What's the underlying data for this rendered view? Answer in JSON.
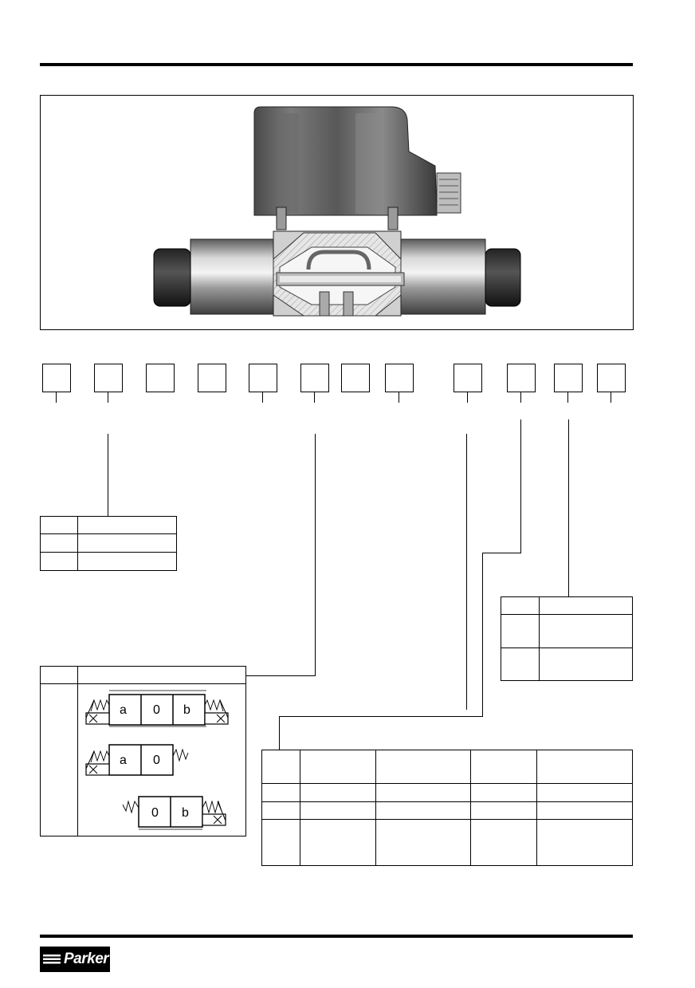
{
  "brand": {
    "logo_text": "Parker"
  },
  "spool_symbols": {
    "double": [
      "a",
      "0",
      "b"
    ],
    "single_a": [
      "a",
      "0"
    ],
    "single_b": [
      "0",
      "b"
    ]
  },
  "code_boxes": {
    "count": 12
  }
}
